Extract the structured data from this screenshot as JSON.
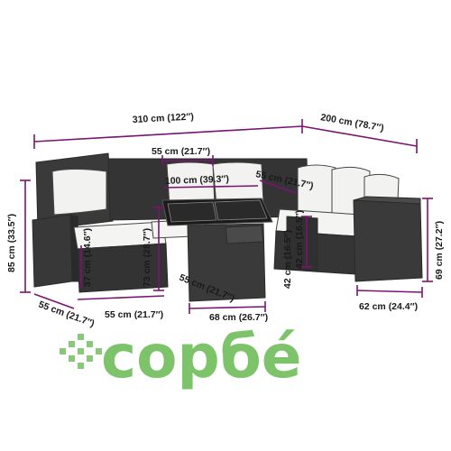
{
  "product": {
    "name": "rattan garden sofa set with dining table, dimensions"
  },
  "dimensions": {
    "total_width_left": "310 cm (122″)",
    "total_width_right": "200 cm (78.7″)",
    "seat_width_top": "55 cm (21.7″)",
    "seat_depth_right": "55 cm (21.7″)",
    "table_top_width": "100 cm (39.3″)",
    "back_height": "85 cm (33.5″)",
    "seat_height": "37 cm (14.6″)",
    "table_height": "73 cm (28.7″)",
    "seat_depth_left": "55 cm (21.7″)",
    "footstool_width": "55 cm (21.7″)",
    "table_depth": "55 cm (21.7″)",
    "table_base_width": "68 cm (26.7″)",
    "stool_height": "42 cm (16.5″)",
    "ottoman_height": "69 cm (27.2″)",
    "side_table_width": "62 cm (24.4″)",
    "armrest_label": "55 cm (21.7″)"
  },
  "logo": {
    "text": "copбé",
    "color": "#7cc36a"
  },
  "colors": {
    "dimension_line": "#7a1470",
    "furniture_dark": "#3a3a3a",
    "cushion": "#f2f2f0"
  }
}
